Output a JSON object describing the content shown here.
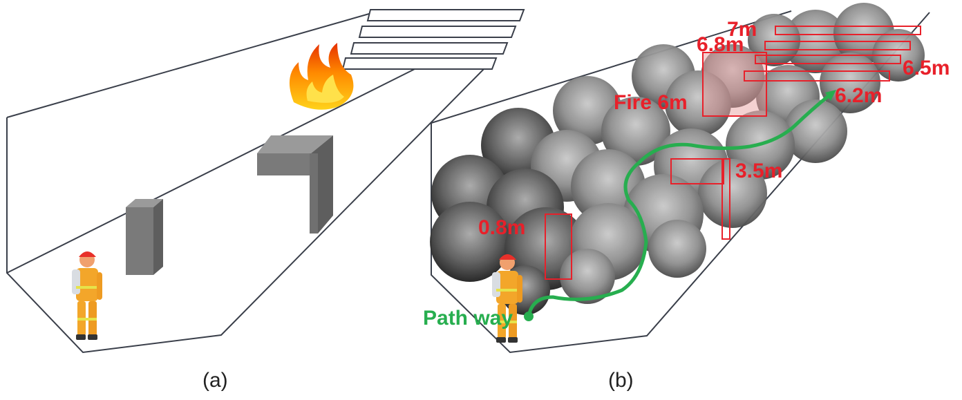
{
  "captions": {
    "a": "(a)",
    "b": "(b)"
  },
  "labels": {
    "fire": "Fire 6m",
    "path": "Path way",
    "d_0_8": "0.8m",
    "d_3_5": "3.5m",
    "d_6_2": "6.2m",
    "d_6_5": "6.5m",
    "d_6_8": "6.8m",
    "d_7": "7m"
  },
  "colors": {
    "label_red": "#e8202a",
    "path_green": "#27ae4f",
    "wall_line": "#3a3f4a",
    "obstacle": "#6e6e6e",
    "smoke": "#8a8a8a"
  },
  "icons": {
    "fire": "flame-icon",
    "person": "firefighter-icon"
  }
}
